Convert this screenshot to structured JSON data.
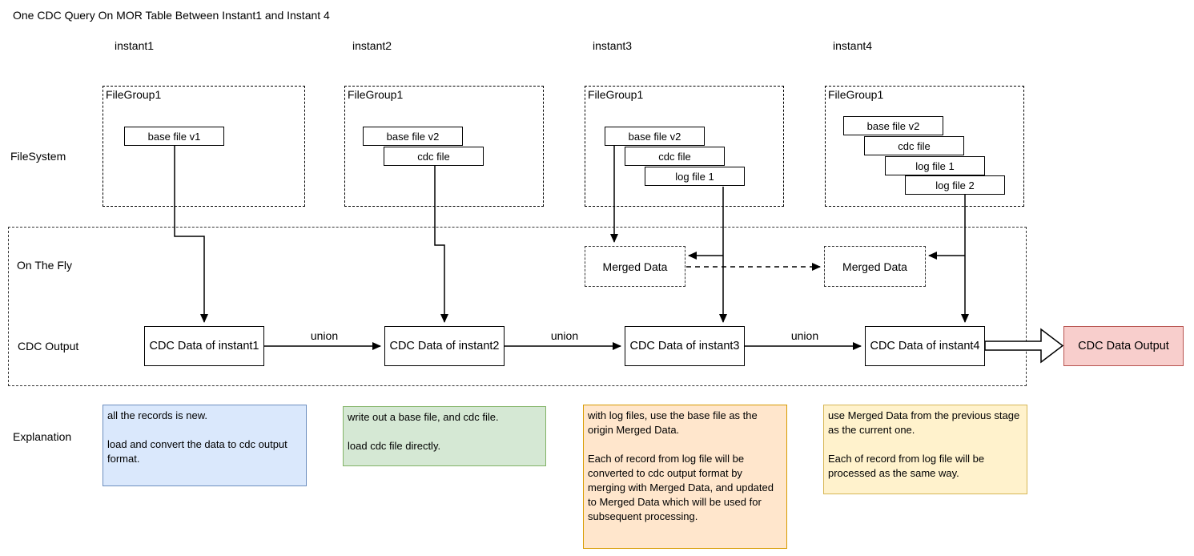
{
  "title": "One CDC Query On MOR Table Between Instant1 and Instant 4",
  "column_headers": [
    "instant1",
    "instant2",
    "instant3",
    "instant4"
  ],
  "row_labels": {
    "filesystem": "FileSystem",
    "on_the_fly": "On The Fly",
    "cdc_output": "CDC Output",
    "explanation": "Explanation"
  },
  "filegroups": [
    {
      "label": "FileGroup1",
      "files": [
        "base file v1"
      ]
    },
    {
      "label": "FileGroup1",
      "files": [
        "base file v2",
        "cdc file"
      ]
    },
    {
      "label": "FileGroup1",
      "files": [
        "base file v2",
        "cdc file",
        "log file 1"
      ]
    },
    {
      "label": "FileGroup1",
      "files": [
        "base file v2",
        "cdc file",
        "log file 1",
        "log file 2"
      ]
    }
  ],
  "merged_data": {
    "instant3": "Merged Data",
    "instant4": "Merged Data"
  },
  "cdc_outputs": [
    "CDC Data of instant1",
    "CDC Data of instant2",
    "CDC Data of instant3",
    "CDC Data of instant4"
  ],
  "union_labels": [
    "union",
    "union",
    "union"
  ],
  "final_output": "CDC Data Output",
  "explanations": [
    {
      "text": "all the records is new.\n\nload and convert the data to cdc output format.",
      "fill": "#dae8fc",
      "border": "#6c8ebf"
    },
    {
      "text": "write out a base file, and cdc file.\n\nload cdc file directly.",
      "fill": "#d5e8d4",
      "border": "#82b366"
    },
    {
      "text": "with log files, use the base file as the origin Merged Data.\n\nEach of record from log file will be converted to cdc output format by merging with Merged Data, and updated to Merged Data which will be used for subsequent processing.",
      "fill": "#ffe6cc",
      "border": "#d79b00"
    },
    {
      "text": "use Merged Data from the previous stage as the current one.\n\nEach of record from log file will be processed as the same way.",
      "fill": "#fff2cc",
      "border": "#d6b656"
    }
  ],
  "colors": {
    "output_fill": "#f8cecc",
    "output_border": "#b85450",
    "line": "#000000"
  }
}
